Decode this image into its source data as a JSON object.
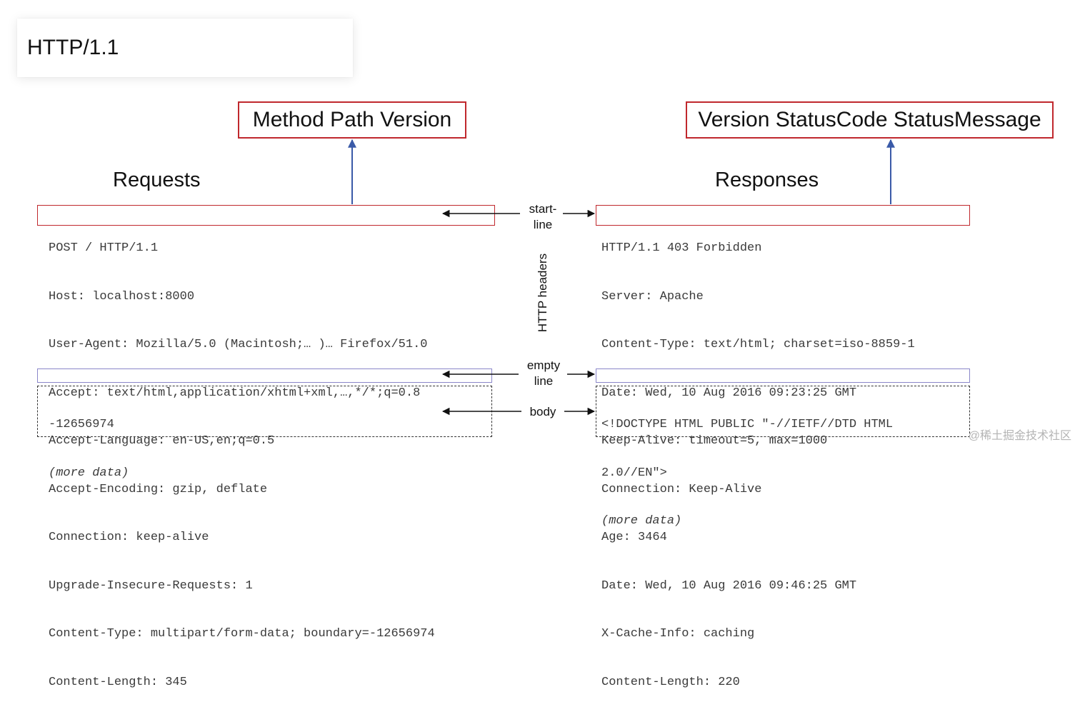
{
  "slide_title": "HTTP/1.1",
  "request": {
    "heading": "Requests",
    "start_line_label": "Method Path Version",
    "lines": [
      "POST / HTTP/1.1",
      "Host: localhost:8000",
      "User-Agent: Mozilla/5.0 (Macintosh;… )… Firefox/51.0",
      "Accept: text/html,application/xhtml+xml,…,*/*;q=0.8",
      "Accept-Language: en-US,en;q=0.5",
      "Accept-Encoding: gzip, deflate",
      "Connection: keep-alive",
      "Upgrade-Insecure-Requests: 1",
      "Content-Type: multipart/form-data; boundary=-12656974",
      "Content-Length: 345"
    ],
    "body_lines": [
      "-12656974",
      "(more data)"
    ]
  },
  "response": {
    "heading": "Responses",
    "start_line_label": "Version StatusCode StatusMessage",
    "lines": [
      "HTTP/1.1 403 Forbidden",
      "Server: Apache",
      "Content-Type: text/html; charset=iso-8859-1",
      "Date: Wed, 10 Aug 2016 09:23:25 GMT",
      "Keep-Alive: timeout=5, max=1000",
      "Connection: Keep-Alive",
      "Age: 3464",
      "Date: Wed, 10 Aug 2016 09:46:25 GMT",
      "X-Cache-Info: caching",
      "Content-Length: 220"
    ],
    "body_lines": [
      "<!DOCTYPE HTML PUBLIC \"-//IETF//DTD HTML",
      "2.0//EN\">",
      "(more data)"
    ]
  },
  "labels": {
    "start_line": [
      "start-",
      "line"
    ],
    "http_headers": "HTTP headers",
    "empty_line": [
      "empty",
      "line"
    ],
    "body": "body"
  },
  "watermark": "@稀土掘金技术社区",
  "colors": {
    "highlight_red": "#c0282d",
    "arrow_blue": "#3a5aa8",
    "empty_line_outline": "#8a86c9",
    "code_text": "#3a3a3a"
  }
}
